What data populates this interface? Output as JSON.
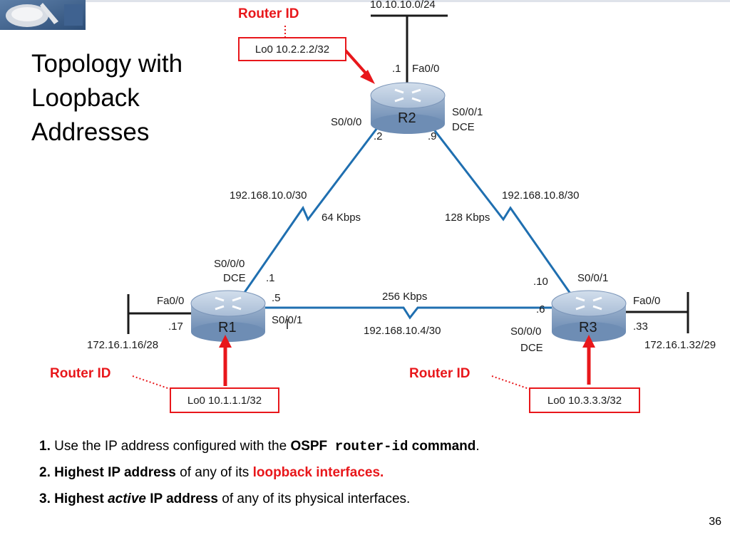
{
  "slide": {
    "title_lines": [
      "Topology with",
      "Loopback",
      "Addresses"
    ],
    "page_number": "36"
  },
  "router_id_labels": {
    "top": "Router ID",
    "left": "Router ID",
    "right": "Router ID"
  },
  "loopbacks": {
    "r2": "Lo0 10.2.2.2/32",
    "r1": "Lo0 10.1.1.1/32",
    "r3": "Lo0 10.3.3.3/32"
  },
  "routers": {
    "r1": "R1",
    "r2": "R2",
    "r3": "R3"
  },
  "networks": {
    "r2_lan": "10.10.10.0/24",
    "r1_lan": "172.16.1.16/28",
    "r3_lan": "172.16.1.32/29",
    "r1_r2": "192.168.10.0/30",
    "r2_r3": "192.168.10.8/30",
    "r1_r3": "192.168.10.4/30"
  },
  "bandwidths": {
    "r1_r2": "64 Kbps",
    "r2_r3": "128 Kbps",
    "r1_r3": "256 Kbps"
  },
  "interfaces": {
    "r2_fa": "Fa0/0",
    "r2_fa_host": ".1",
    "r2_s000": "S0/0/0",
    "r2_s000_host": ".2",
    "r2_s001": "S0/0/1",
    "r2_s001_dce": "DCE",
    "r2_s001_host": ".9",
    "r1_s000": "S0/0/0",
    "r1_s000_dce": "DCE",
    "r1_s000_host": ".1",
    "r1_s001_host": ".5",
    "r1_s001": "S0/0/1",
    "r1_fa": "Fa0/0",
    "r1_fa_host": ".17",
    "r3_s001": "S0/0/1",
    "r3_s001_host": ".10",
    "r3_s000_host": ".6",
    "r3_s000": "S0/0/0",
    "r3_s000_dce": "DCE",
    "r3_fa": "Fa0/0",
    "r3_fa_host": ".33"
  },
  "rules": {
    "r1_num": "1.",
    "r1_text_a": " Use the IP address configured with the ",
    "r1_ospf": "OSPF",
    "r1_cmd": "router-id",
    "r1_command": "command",
    "r1_end": ".",
    "r2_num_bold": "2. Highest IP address",
    "r2_text": " of any of its ",
    "r2_red": "loopback interfaces.",
    "r3_num_bold": "3. Highest ",
    "r3_italic": "active",
    "r3_bold2": " IP address",
    "r3_text": " of any of its physical interfaces."
  },
  "colors": {
    "link": "#1f6fb0",
    "router_top": "#b9c9dd",
    "router_side": "#7f9bbf",
    "accent_red": "#e8171b"
  }
}
